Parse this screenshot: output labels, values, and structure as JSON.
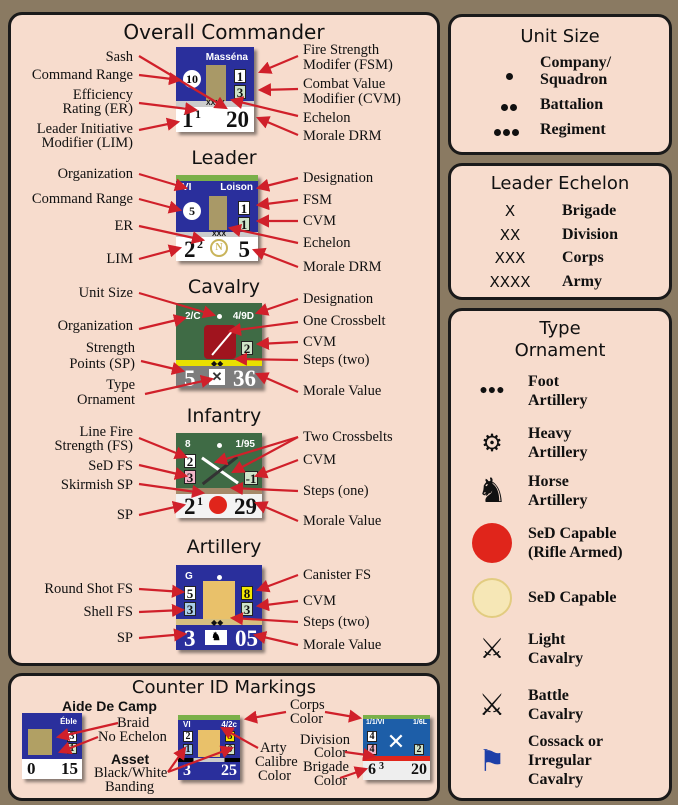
{
  "overall": {
    "title": "Overall Commander",
    "left": [
      "Sash",
      "Command Range",
      "Efficiency",
      "Rating (ER)",
      "Leader Initiative",
      "Modifier (LIM)"
    ],
    "right": [
      "Fire Strength",
      "Modifer (FSM)",
      "Combat Value",
      "Modifier (CVM)",
      "Echelon",
      "Morale DRM"
    ],
    "counter": {
      "name": "Masséna",
      "range": "10",
      "fsm": "1",
      "cvm": "3",
      "echelon": "XXXX",
      "er": "1",
      "lim": "1",
      "morale": "20"
    }
  },
  "leader": {
    "title": "Leader",
    "left": [
      "Organization",
      "Command Range",
      "ER",
      "LIM"
    ],
    "right": [
      "Designation",
      "FSM",
      "CVM",
      "Echelon",
      "Morale DRM"
    ],
    "counter": {
      "org": "VI",
      "name": "Loison",
      "range": "5",
      "fsm": "1",
      "cvm": "1",
      "echelon": "XXX",
      "er": "2",
      "lim": "2",
      "morale": "5"
    }
  },
  "cavalry": {
    "title": "Cavalry",
    "left": [
      "Unit Size",
      "Organization",
      "Strength",
      "Points (SP)",
      "Type",
      "Ornament"
    ],
    "right": [
      "Designation",
      "One Crossbelt",
      "CVM",
      "Steps (two)",
      "Morale Value"
    ],
    "counter": {
      "org": "2/C",
      "desig": "4/9D",
      "cvm": "2",
      "sp": "5",
      "morale": "36"
    }
  },
  "infantry": {
    "title": "Infantry",
    "left": [
      "Line Fire",
      "Strength (FS)",
      "SeD FS",
      "Skirmish SP",
      "SP"
    ],
    "right": [
      "Two Crossbelts",
      "CVM",
      "Steps (one)",
      "Morale Value"
    ],
    "counter": {
      "org": "8",
      "desig": "1/95",
      "fs": "2",
      "sed": "3",
      "cvm": "-1",
      "sp": "2",
      "skirmish": "1",
      "morale": "29"
    }
  },
  "artillery": {
    "title": "Artillery",
    "left": [
      "Round Shot FS",
      "Shell FS",
      "SP"
    ],
    "right": [
      "Canister FS",
      "CVM",
      "Steps (two)",
      "Morale Value"
    ],
    "counter": {
      "org": "G",
      "round": "5",
      "shell": "3",
      "canister": "8",
      "cvm": "3",
      "sp": "3",
      "morale": "05"
    }
  },
  "counter_id": {
    "title": "Counter ID Markings",
    "aide": "Aide De Camp",
    "braid": "Braid",
    "no_echelon": "No Echelon",
    "asset": "Asset",
    "banding1": "Black/White",
    "banding2": "Banding",
    "arty1": "Arty",
    "arty2": "Calibre",
    "arty3": "Color",
    "corps1": "Corps",
    "corps2": "Color",
    "div1": "Division",
    "div2": "Color",
    "brig1": "Brigade",
    "brig2": "Color",
    "c1": {
      "name": "Éble",
      "a": "3",
      "b": "1",
      "er": "0",
      "morale": "15"
    },
    "c2": {
      "org": "VI",
      "desig": "4/2c",
      "a": "2",
      "b": "1",
      "c": "5",
      "d": "0",
      "sp": "3",
      "morale": "25"
    },
    "c3": {
      "org": "1/1/VI",
      "desig": "1/6L",
      "a": "4",
      "b": "4",
      "c": "2",
      "sp": "6",
      "sk": "3",
      "morale": "20"
    }
  },
  "unit_size": {
    "title": "Unit Size",
    "items": [
      "Company/",
      "Squadron",
      "Battalion",
      "Regiment"
    ]
  },
  "echelon": {
    "title": "Leader Echelon",
    "items": [
      {
        "sym": "X",
        "name": "Brigade"
      },
      {
        "sym": "XX",
        "name": "Division"
      },
      {
        "sym": "XXX",
        "name": "Corps"
      },
      {
        "sym": "XXXX",
        "name": "Army"
      }
    ]
  },
  "ornament": {
    "title1": "Type",
    "title2": "Ornament",
    "items": [
      [
        "Foot",
        "Artillery"
      ],
      [
        "Heavy",
        "Artillery"
      ],
      [
        "Horse",
        "Artillery"
      ],
      [
        "SeD Capable",
        "(Rifle Armed)"
      ],
      [
        "SeD Capable"
      ],
      [
        "Light",
        "Cavalry"
      ],
      [
        "Battle",
        "Cavalry"
      ],
      [
        "Cossack or",
        "Irregular",
        "Cavalry"
      ]
    ]
  },
  "colors": {
    "arrow": "#d0202a",
    "blue": "#2a2f9c",
    "green": "#3f6b45",
    "panel": "#f7dccd"
  }
}
